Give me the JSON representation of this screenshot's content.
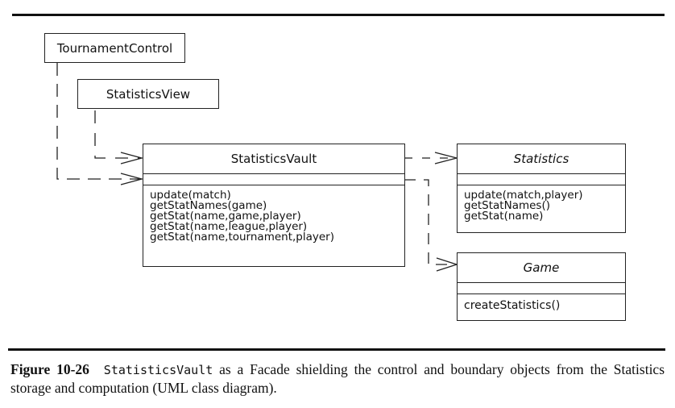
{
  "diagram": {
    "type": "UML class diagram",
    "classes": [
      {
        "id": "tournament-control",
        "name": "TournamentControl",
        "abstract": false,
        "compartments": false
      },
      {
        "id": "statistics-view",
        "name": "StatisticsView",
        "abstract": false,
        "compartments": false
      },
      {
        "id": "statistics-vault",
        "name": "StatisticsVault",
        "abstract": false,
        "compartments": true,
        "attributes": [],
        "operations": [
          "update(match)",
          "getStatNames(game)",
          "getStat(name,game,player)",
          "getStat(name,league,player)",
          "getStat(name,tournament,player)"
        ]
      },
      {
        "id": "statistics",
        "name": "Statistics",
        "abstract": true,
        "compartments": true,
        "attributes": [],
        "operations": [
          "update(match,player)",
          "getStatNames()",
          "getStat(name)"
        ]
      },
      {
        "id": "game",
        "name": "Game",
        "abstract": true,
        "compartments": true,
        "attributes": [],
        "operations": [
          "createStatistics()"
        ]
      }
    ],
    "relationships": [
      {
        "from": "statistics-view",
        "to": "statistics-vault",
        "kind": "dependency",
        "style": "dashed",
        "arrow": "open"
      },
      {
        "from": "tournament-control",
        "to": "statistics-vault",
        "kind": "dependency",
        "style": "dashed",
        "arrow": "open"
      },
      {
        "from": "statistics-vault",
        "to": "statistics",
        "kind": "dependency",
        "style": "dashed",
        "arrow": "open"
      },
      {
        "from": "statistics-vault",
        "to": "game",
        "kind": "dependency",
        "style": "dashed",
        "arrow": "open"
      }
    ]
  },
  "caption": {
    "figure_label": "Figure 10-26",
    "code_term": "StatisticsVault",
    "text": "as a Facade shielding the control and boundary objects from the Statistics storage and computation (UML class diagram)."
  }
}
